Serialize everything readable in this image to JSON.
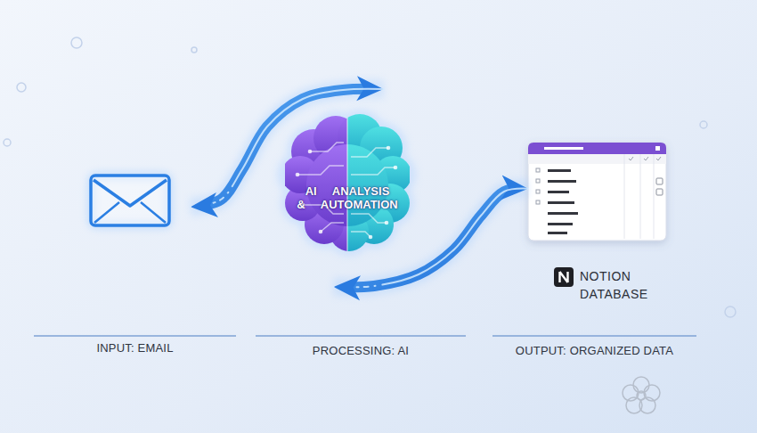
{
  "diagram": {
    "nodes": [
      {
        "text": [
          "INPUT: EMAIL"
        ]
      },
      {
        "text": [
          "AI ANALYSIS & AUTOMATION",
          "PROCESSING: AI"
        ]
      },
      {
        "text": [
          "NOTION DATABASE",
          "OUTPUT: ORGANIZED DATA"
        ]
      }
    ],
    "edges": [
      {
        "from": 0,
        "to": 1,
        "arrow": "both"
      },
      {
        "from": 1,
        "to": 2,
        "arrow": "both"
      }
    ]
  }
}
